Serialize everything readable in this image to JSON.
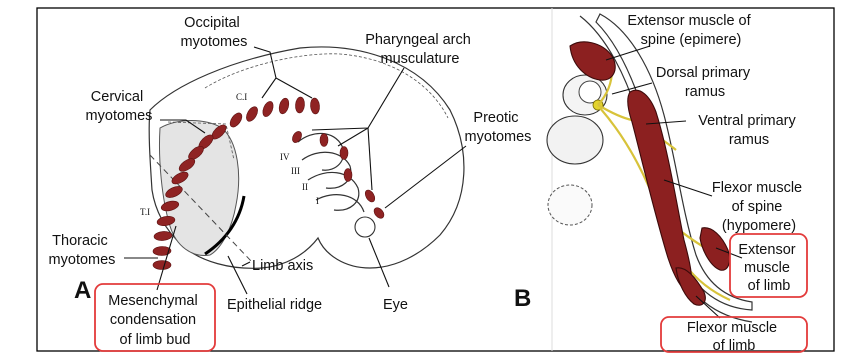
{
  "panel_a": {
    "letter": "A",
    "labels": {
      "occipital_myotomes": [
        "Occipital",
        "myotomes"
      ],
      "pharyngeal_arch_musculature": [
        "Pharyngeal arch",
        "musculature"
      ],
      "cervical_myotomes": [
        "Cervical",
        "myotomes"
      ],
      "preotic_myotomes": [
        "Preotic",
        "myotomes"
      ],
      "thoracic_myotomes": [
        "Thoracic",
        "myotomes"
      ],
      "limb_axis": "Limb axis",
      "epithelial_ridge": "Epithelial ridge",
      "eye": "Eye",
      "mesenchymal_condensation": [
        "Mesenchymal",
        "condensation",
        "of limb bud"
      ]
    },
    "segment_marks": {
      "c1": "C.I",
      "t1": "T.I",
      "arches": [
        "IV",
        "III",
        "II",
        "I"
      ]
    }
  },
  "panel_b": {
    "letter": "B",
    "labels": {
      "extensor_muscle_spine": [
        "Extensor muscle of",
        "spine (epimere)"
      ],
      "dorsal_primary_ramus": [
        "Dorsal primary",
        "ramus"
      ],
      "ventral_primary_ramus": [
        "Ventral primary",
        "ramus"
      ],
      "flexor_muscle_spine": [
        "Flexor muscle",
        "of spine",
        "(hypomere)"
      ],
      "extensor_muscle_limb": [
        "Extensor",
        "muscle",
        "of limb"
      ],
      "flexor_muscle_limb": [
        "Flexor muscle",
        "of limb"
      ]
    }
  },
  "colors": {
    "muscle": "#8c2020",
    "nerve": "#d8c33a",
    "callout": "#e33b3b",
    "frame": "#000000"
  }
}
